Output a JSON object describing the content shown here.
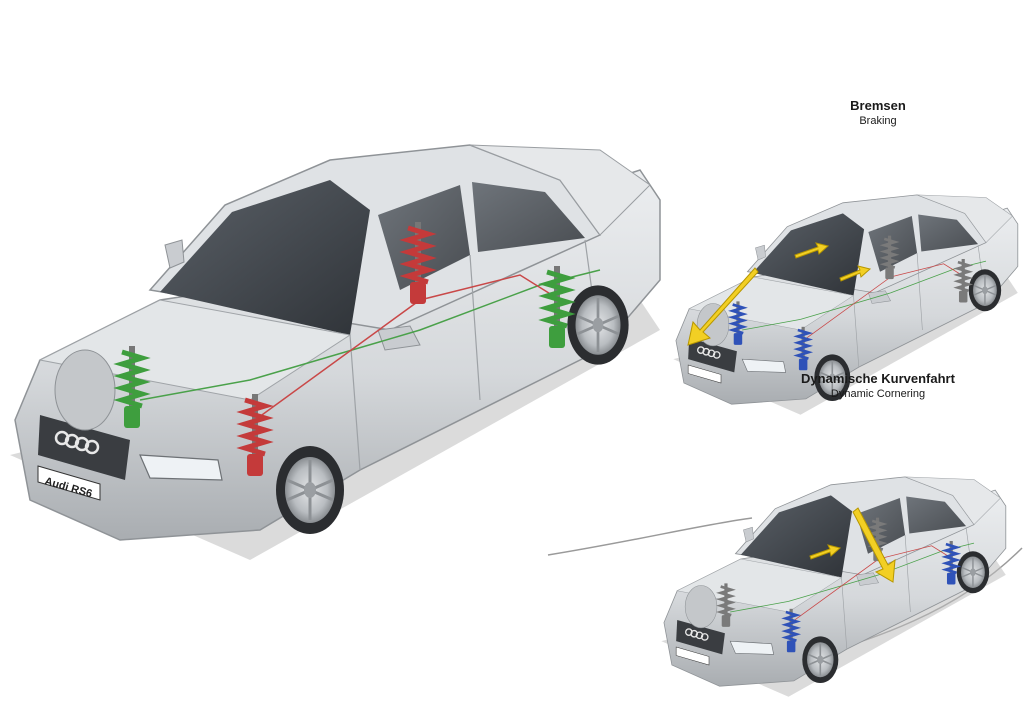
{
  "labels": {
    "braking": {
      "title": "Bremsen",
      "subtitle": "Braking"
    },
    "cornering": {
      "title": "Dynamische Kurvenfahrt",
      "subtitle": "Dynamic Cornering"
    }
  },
  "plate_text": "Audi RS6",
  "colors": {
    "car_body": "#d7dadd",
    "car_body_shade": "#b4b8bc",
    "glass": "#3a3f45",
    "ground_shadow": "#b9b9b9",
    "strut_red": "#c43a3a",
    "strut_green": "#3e9e3e",
    "strut_blue": "#2f52b8",
    "arrow_yellow": "#f2cf24"
  }
}
